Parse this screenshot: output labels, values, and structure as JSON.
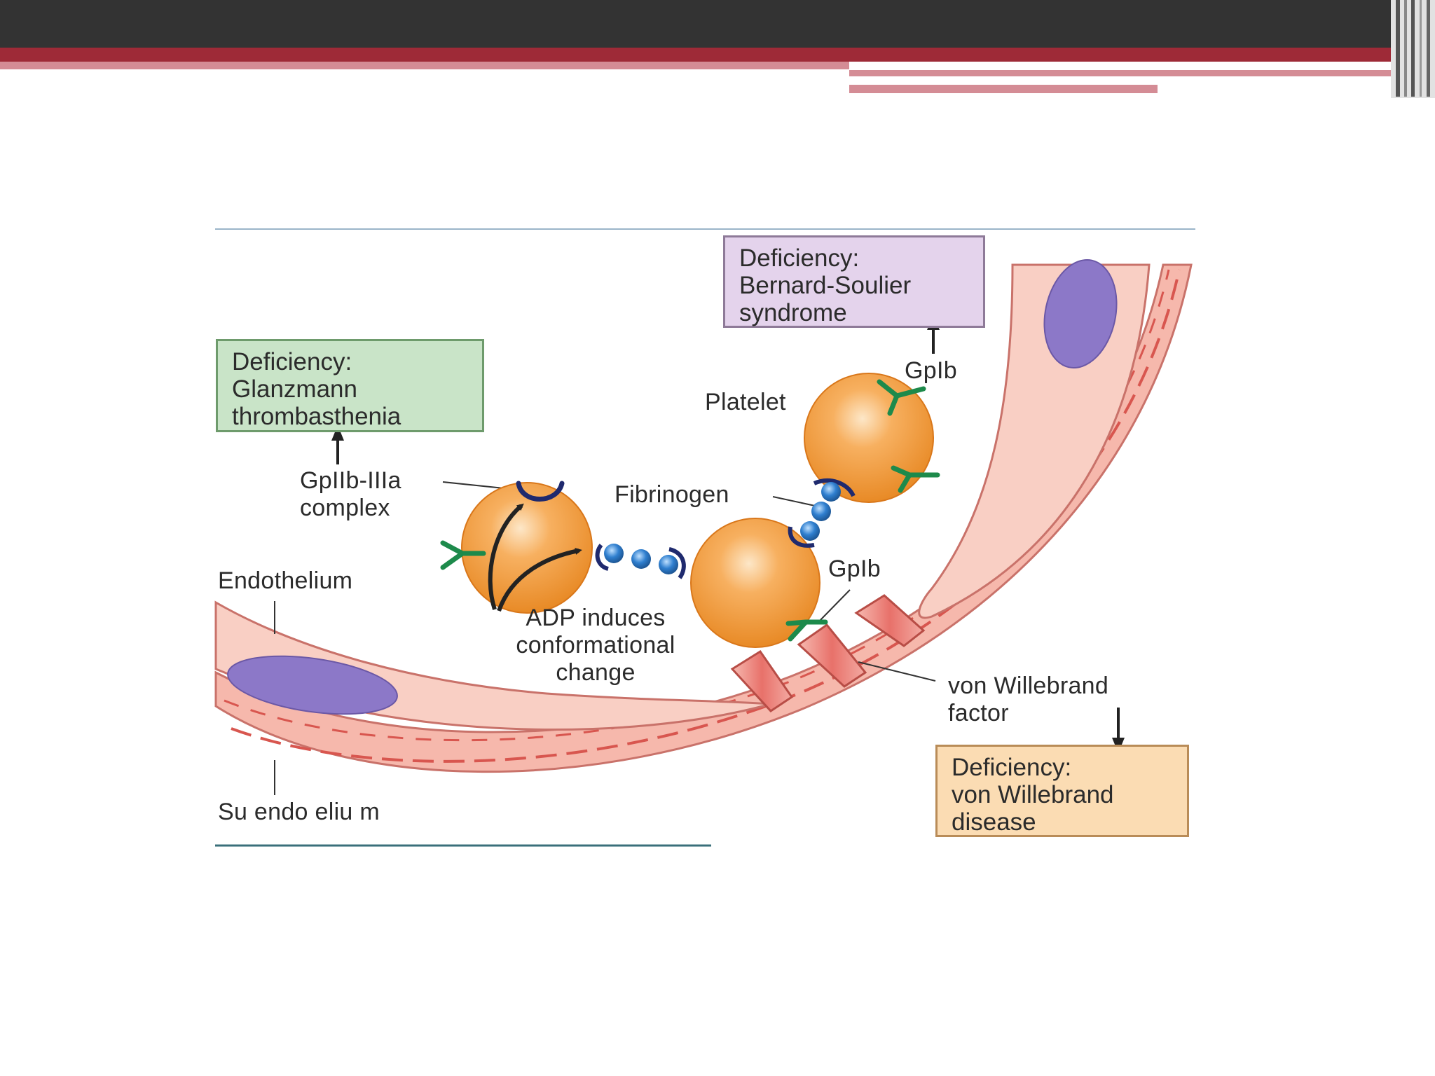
{
  "diagram": {
    "boxes": {
      "glanzmann": {
        "line1": "Deficiency:",
        "line2": "Glanzmann",
        "line3": "thrombasthenia",
        "color": "#c9e4c8"
      },
      "bernard_soulier": {
        "line1": "Deficiency:",
        "line2": "Bernard-Soulier",
        "line3": "syndrome",
        "color": "#e4d3ec"
      },
      "von_willebrand": {
        "line1": "Deficiency:",
        "line2": "von Willebrand",
        "line3": "disease",
        "color": "#fbdcb3"
      }
    },
    "labels": {
      "gpiib_iiia_line1": "GpIIb-IIIa",
      "gpiib_iiia_line2": "complex",
      "endothelium": "Endothelium",
      "subendothelium": "Su endo eliu m",
      "fibrinogen": "Fibrinogen",
      "platelet": "Platelet",
      "gpib_top": "GpIb",
      "gpib_bottom": "GpIb",
      "adp_line1": "ADP induces",
      "adp_line2": "conformational",
      "adp_line3": "change",
      "vwf_line1": "von Willebrand",
      "vwf_line2": "factor"
    },
    "colors": {
      "header_bar": "#333333",
      "accent_red": "#9e2a37",
      "accent_pink": "#d48c95",
      "platelet": "#f39a3a",
      "vessel_wall": "#f4b9ae",
      "nucleus": "#8c78c8",
      "fibrinogen": "#2f7fcf",
      "receptor_green": "#1d8a4b"
    }
  }
}
